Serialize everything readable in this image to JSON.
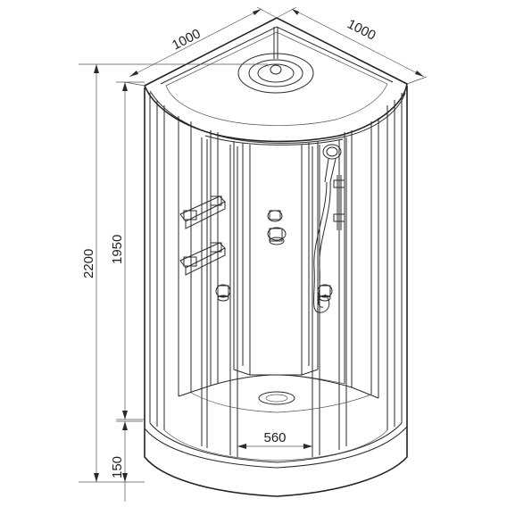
{
  "dimensions": {
    "width_left": "1000",
    "width_right": "1000",
    "total_height": "2200",
    "cabin_height": "1950",
    "tray_height": "150",
    "door_opening": "560"
  }
}
